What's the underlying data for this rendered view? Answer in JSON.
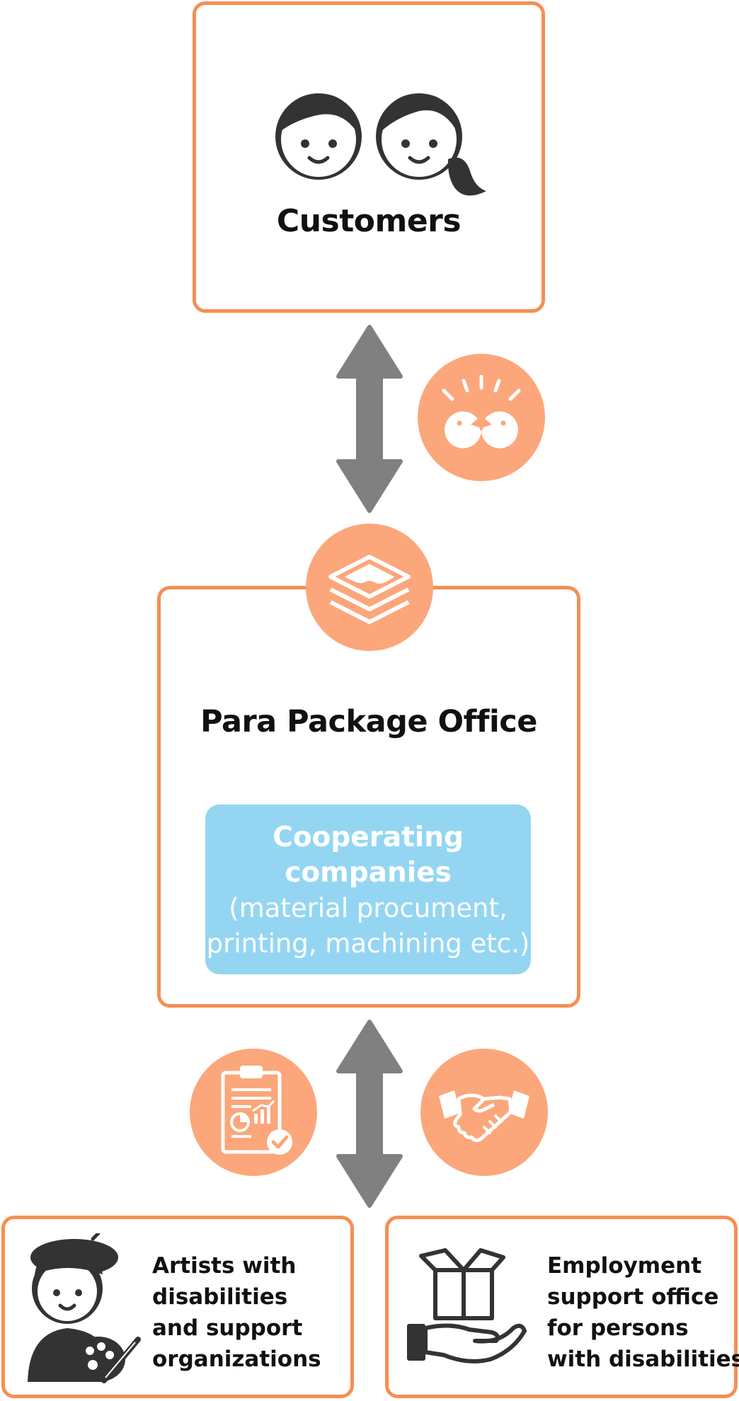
{
  "customers": {
    "title": "Customers"
  },
  "office": {
    "title": "Para Package Office",
    "coop_line1": "Cooperating",
    "coop_line2": "companies",
    "coop_line3": "(material procument,",
    "coop_line4": "printing, machining etc.)"
  },
  "artists": {
    "line1": "Artists with",
    "line2": "disabilities",
    "line3": "and  support",
    "line4": "organizations"
  },
  "employment": {
    "line1": "Employment",
    "line2": "support office",
    "line3": "for persons",
    "line4": "with disabilities"
  },
  "icons": {
    "customers": "customers-couple-icon",
    "conversation": "conversation-icon",
    "package": "package-layers-icon",
    "report": "clipboard-report-icon",
    "handshake": "handshake-icon",
    "artist": "artist-with-palette-icon",
    "box_hand": "box-on-hand-icon"
  },
  "colors": {
    "border": "#f68f52",
    "circle": "#fba77b",
    "arrow": "#808080",
    "cooperating": "#94d6f2",
    "text": "#111111"
  }
}
